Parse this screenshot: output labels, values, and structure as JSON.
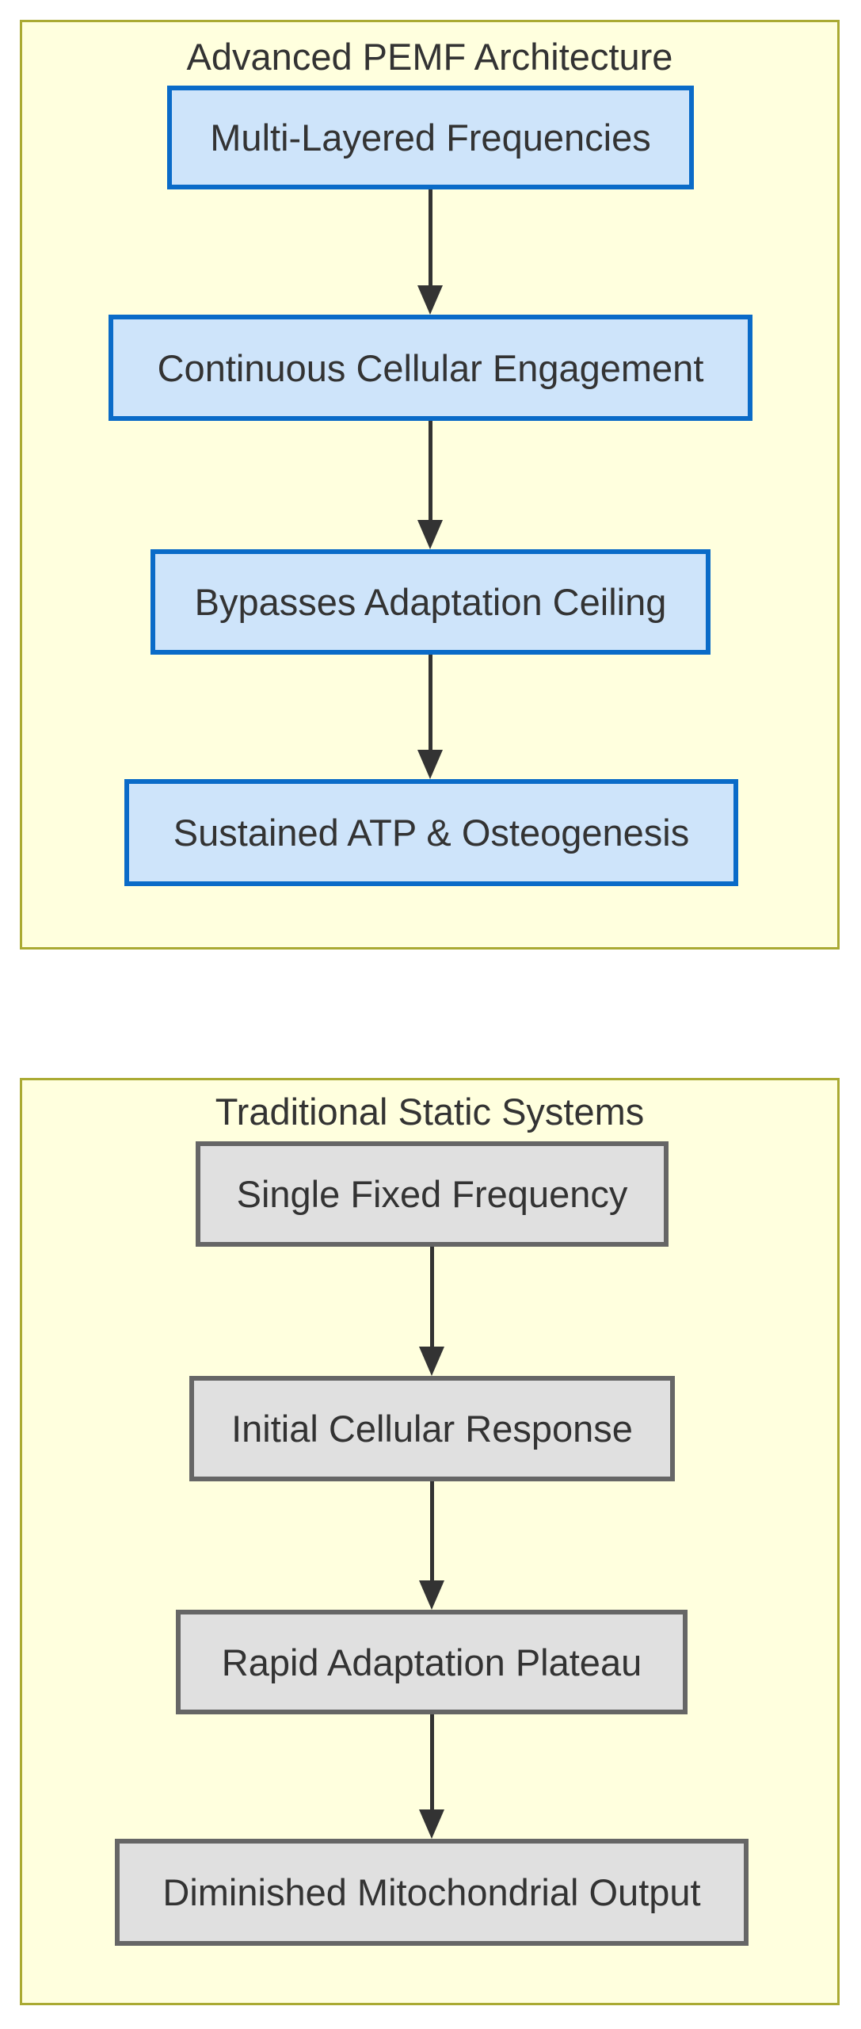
{
  "diagram": {
    "type": "flowchart",
    "direction": "top-down",
    "subgraphs": [
      {
        "title": "Advanced PEMF Architecture",
        "nodes": [
          {
            "label": "Multi-Layered Frequencies"
          },
          {
            "label": "Continuous Cellular Engagement"
          },
          {
            "label": "Bypasses Adaptation Ceiling"
          },
          {
            "label": "Sustained ATP & Osteogenesis"
          }
        ],
        "edges": [
          {
            "from": "Multi-Layered Frequencies",
            "to": "Continuous Cellular Engagement"
          },
          {
            "from": "Continuous Cellular Engagement",
            "to": "Bypasses Adaptation Ceiling"
          },
          {
            "from": "Bypasses Adaptation Ceiling",
            "to": "Sustained ATP & Osteogenesis"
          }
        ]
      },
      {
        "title": "Traditional Static Systems",
        "nodes": [
          {
            "label": "Single Fixed Frequency"
          },
          {
            "label": "Initial Cellular Response"
          },
          {
            "label": "Rapid Adaptation Plateau"
          },
          {
            "label": "Diminished Mitochondrial Output"
          }
        ],
        "edges": [
          {
            "from": "Single Fixed Frequency",
            "to": "Initial Cellular Response"
          },
          {
            "from": "Initial Cellular Response",
            "to": "Rapid Adaptation Plateau"
          },
          {
            "from": "Rapid Adaptation Plateau",
            "to": "Diminished Mitochondrial Output"
          }
        ]
      }
    ],
    "colors": {
      "page_bg": "#ffffff",
      "subgraph_fill": "#ffffde",
      "subgraph_stroke": "#aaaa33",
      "advanced_node_fill": "#cee4fa",
      "advanced_node_stroke": "#0a6bc8",
      "traditional_node_fill": "#e0e0e0",
      "traditional_node_stroke": "#666666",
      "arrow": "#333333",
      "text": "#333333"
    }
  }
}
